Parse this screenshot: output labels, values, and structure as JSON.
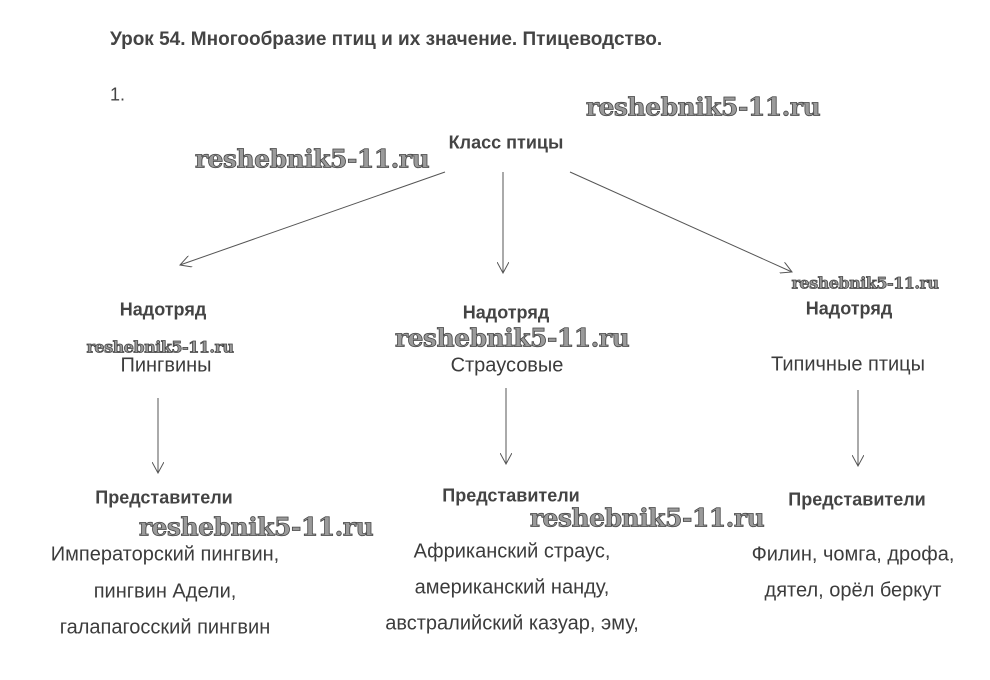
{
  "title": "Урок 54. Многообразие птиц и их значение. Птицеводство.",
  "task_number": "1.",
  "watermark": "reshebnik5-11.ru",
  "root": "Класс птицы",
  "branches": [
    {
      "superorder_label": "Надотряд",
      "superorder_name": "Пингвины",
      "representatives_label": "Представители",
      "representatives": [
        "Императорский пингвин,",
        "пингвин Адели,",
        "галапагосский пингвин"
      ]
    },
    {
      "superorder_label": "Надотряд",
      "superorder_name": "Страусовые",
      "representatives_label": "Представители",
      "representatives": [
        "Африканский страус,",
        "американский нанду,",
        "австралийский казуар, эму,"
      ]
    },
    {
      "superorder_label": "Надотряд",
      "superorder_name": "Типичные птицы",
      "representatives_label": "Представители",
      "representatives": [
        "Филин, чомга, дрофа,",
        "дятел, орёл беркут"
      ]
    }
  ]
}
